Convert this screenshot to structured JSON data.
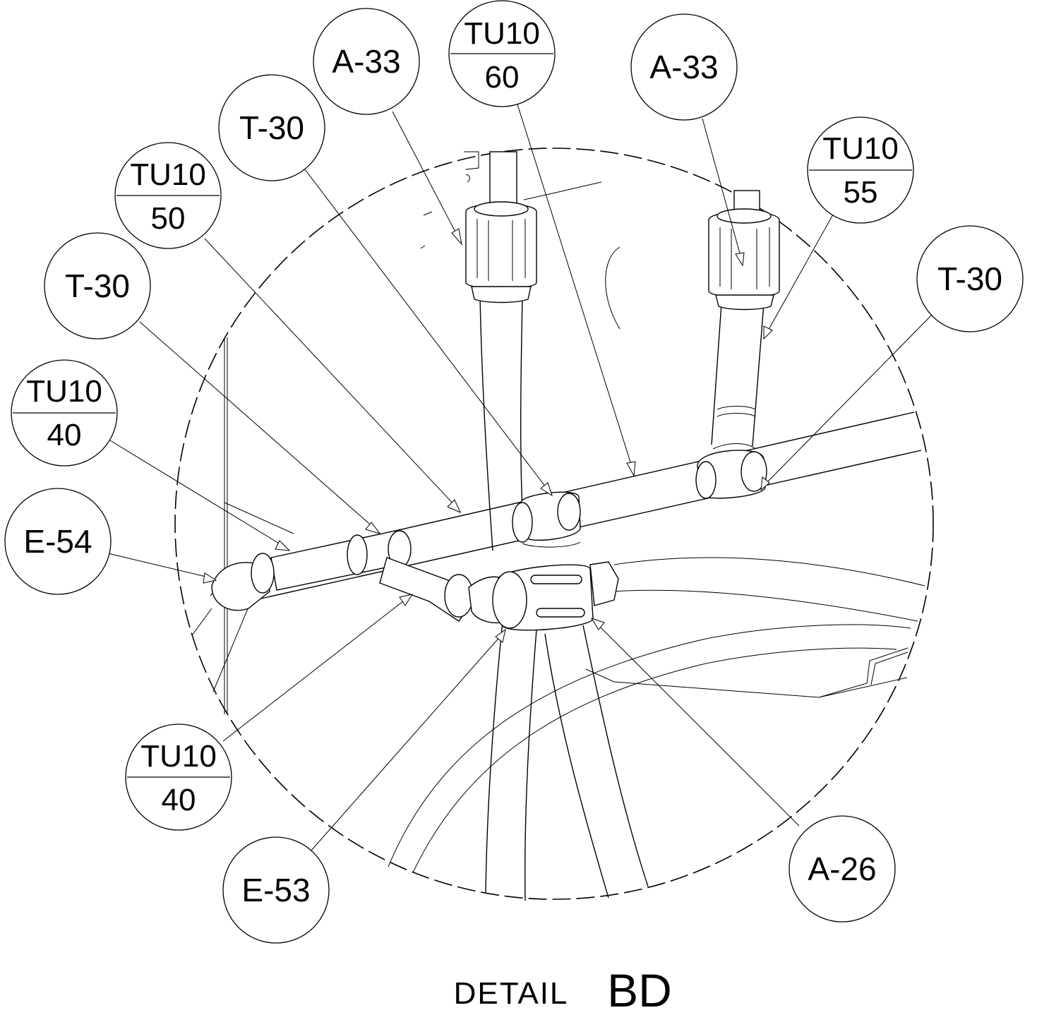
{
  "title": {
    "prefix": "DETAIL",
    "id": "BD"
  },
  "callouts": [
    {
      "key": "a33_left",
      "line1": "A-33",
      "line2": ""
    },
    {
      "key": "tu10_60",
      "line1": "TU10",
      "line2": "60"
    },
    {
      "key": "a33_right",
      "line1": "A-33",
      "line2": ""
    },
    {
      "key": "t30_top",
      "line1": "T-30",
      "line2": ""
    },
    {
      "key": "tu10_55",
      "line1": "TU10",
      "line2": "55"
    },
    {
      "key": "tu10_50",
      "line1": "TU10",
      "line2": "50"
    },
    {
      "key": "t30_right",
      "line1": "T-30",
      "line2": ""
    },
    {
      "key": "t30_left",
      "line1": "T-30",
      "line2": ""
    },
    {
      "key": "tu10_40_left",
      "line1": "TU10",
      "line2": "40"
    },
    {
      "key": "e54",
      "line1": "E-54",
      "line2": ""
    },
    {
      "key": "tu10_40_bottom",
      "line1": "TU10",
      "line2": "40"
    },
    {
      "key": "e53",
      "line1": "E-53",
      "line2": ""
    },
    {
      "key": "a26",
      "line1": "A-26",
      "line2": ""
    }
  ]
}
